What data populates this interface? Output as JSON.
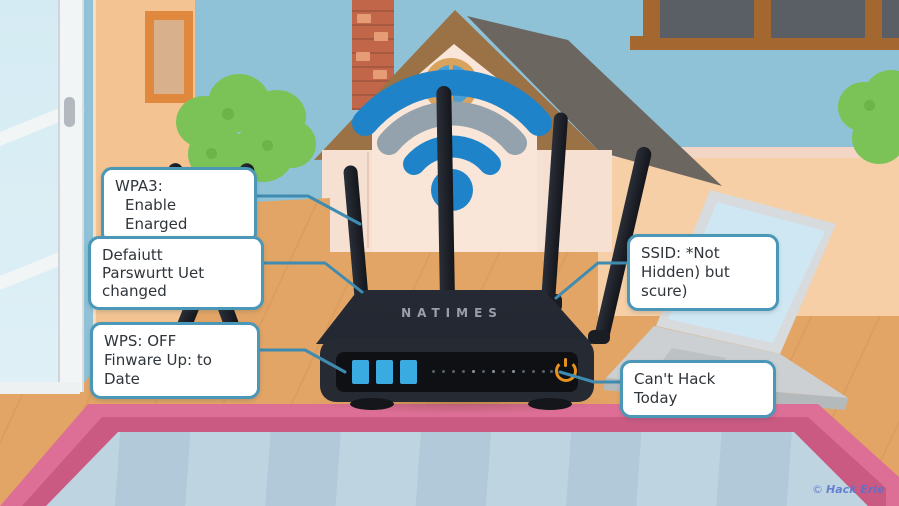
{
  "scene": {
    "description": "Cartoon illustration of a secure WiFi router with security callout labels",
    "house_has_wifi_symbol": true
  },
  "callouts": [
    {
      "id": "wpa3",
      "line1": "WPA3:",
      "line2": "Enable Enarged"
    },
    {
      "id": "default-password",
      "line1": "Defaiutt",
      "line2": "Parswurtt Uet changed"
    },
    {
      "id": "wps-firmware",
      "line1": "WPS: OFF",
      "line2": "Finware Up: to Date"
    },
    {
      "id": "ssid",
      "line1": "SSID: *Not",
      "line2": "Hidden) but scure)"
    },
    {
      "id": "cant-hack",
      "line1": "Can't Hack Today",
      "line2": ""
    }
  ],
  "router": {
    "brand": "NATIMES",
    "led_count": 3,
    "indicator_dot_count": 13,
    "antenna_count": 6
  },
  "watermark": {
    "symbol": "©",
    "text": "Hack Erie"
  },
  "colors": {
    "sky_blue": "#8fc2d7",
    "floor_tan": "#e3a565",
    "left_wall_peach": "#f3c392",
    "right_wall_peach": "#f6cfa7",
    "house_cream": "#f9e6d8",
    "roof_brown": "#9a7245",
    "chimney_brick": "#c2664a",
    "bush_green": "#7cc357",
    "rug_pink": "#dd6f96",
    "rug_inner_blue": "#b7cedd",
    "wifi_blue": "#1f83c9",
    "wifi_gray": "#93a2ac",
    "router_body": "#23262e",
    "led_blue": "#3aabe1",
    "power_orange": "#e8921c",
    "callout_border": "#4a97b8",
    "connector_blue": "#3f8cb0",
    "laptop_gray": "#d8dbdd",
    "watermark_blue": "#5573cf"
  }
}
